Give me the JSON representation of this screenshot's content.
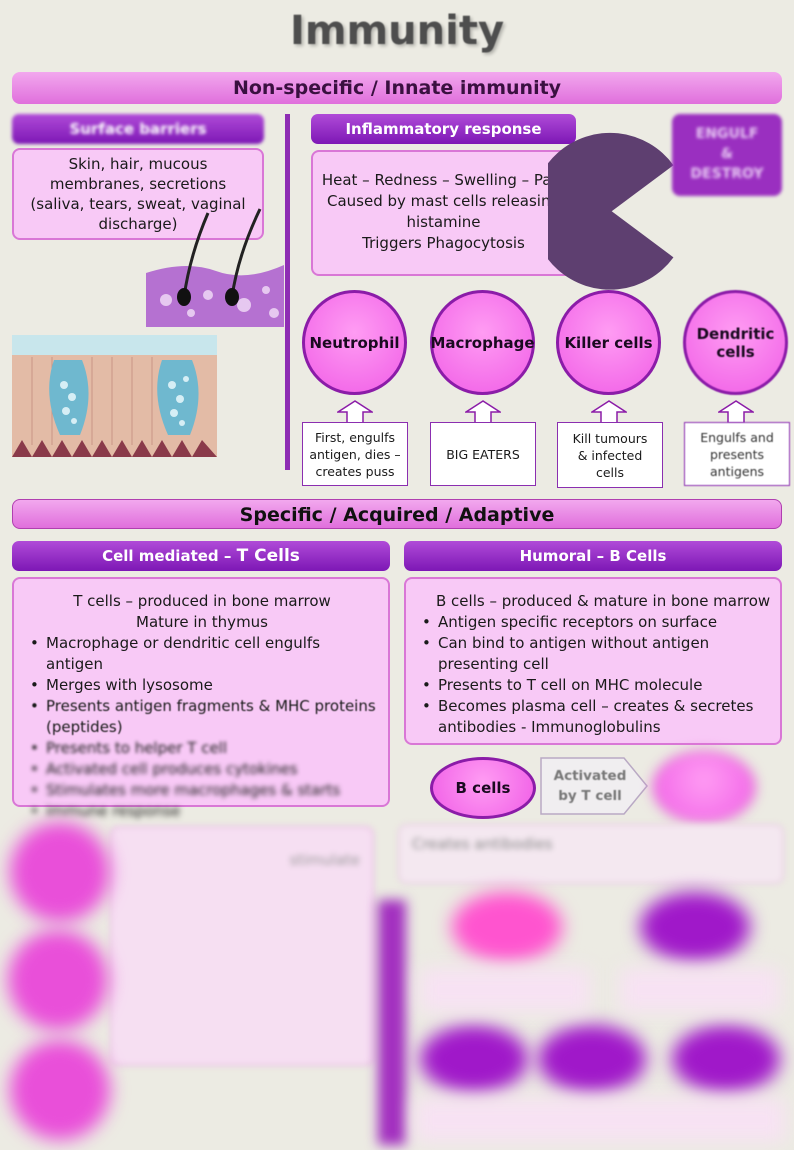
{
  "title": "Immunity",
  "innate": {
    "heading": "Non-specific / Innate immunity",
    "surface": {
      "label": "Surface barriers",
      "text": "Skin, hair, mucous membranes, secretions (saliva, tears, sweat, vaginal discharge)"
    },
    "inflammatory": {
      "label": "Inflammatory response",
      "line1": "Heat – Redness – Swelling – Pain",
      "line2": "Caused by mast cells releasing histamine",
      "line3": "Triggers Phagocytosis"
    },
    "engulf": {
      "line1": "ENGULF",
      "line2": "&",
      "line3": "DESTROY"
    },
    "cells": [
      {
        "name": "Neutrophil",
        "desc": "First, engulfs antigen, dies – creates puss"
      },
      {
        "name": "Macrophage",
        "desc": "BIG EATERS"
      },
      {
        "name": "Killer cells",
        "desc": "Kill tumours & infected cells"
      },
      {
        "name": "Dendritic cells",
        "desc": "Engulfs and presents antigens"
      }
    ]
  },
  "specific": {
    "heading": "Specific / Acquired / Adaptive",
    "tcell": {
      "label_prefix": "Cell mediated – ",
      "label_bold": "T Cells",
      "line1": "T cells – produced in bone marrow",
      "line2": "Mature in thymus",
      "bullets": [
        "Macrophage or dendritic cell engulfs antigen",
        "Merges with lysosome",
        "Presents antigen fragments & MHC proteins (peptides)",
        "Presents to helper T cell",
        "Activated cell produces cytokines",
        "Stimulates more macrophages & starts",
        "immune response"
      ]
    },
    "bcell": {
      "label": "Humoral – B Cells",
      "line1": "B cells – produced & mature in bone marrow",
      "bullets": [
        "Antigen specific receptors on surface",
        "Can bind to antigen without antigen presenting cell",
        "Presents to T cell on MHC molecule",
        "Becomes plasma cell – creates & secretes antibodies - Immunoglobulins"
      ],
      "flow_bcells": "B cells",
      "flow_activated": "Activated by T cell",
      "creates": "Creates antibodies",
      "stimulate": "stimulate"
    }
  },
  "colors": {
    "pink": "#e878e3",
    "purple": "#8b1ca8",
    "box": "#f8c9f6",
    "background": "#ecebe3"
  }
}
